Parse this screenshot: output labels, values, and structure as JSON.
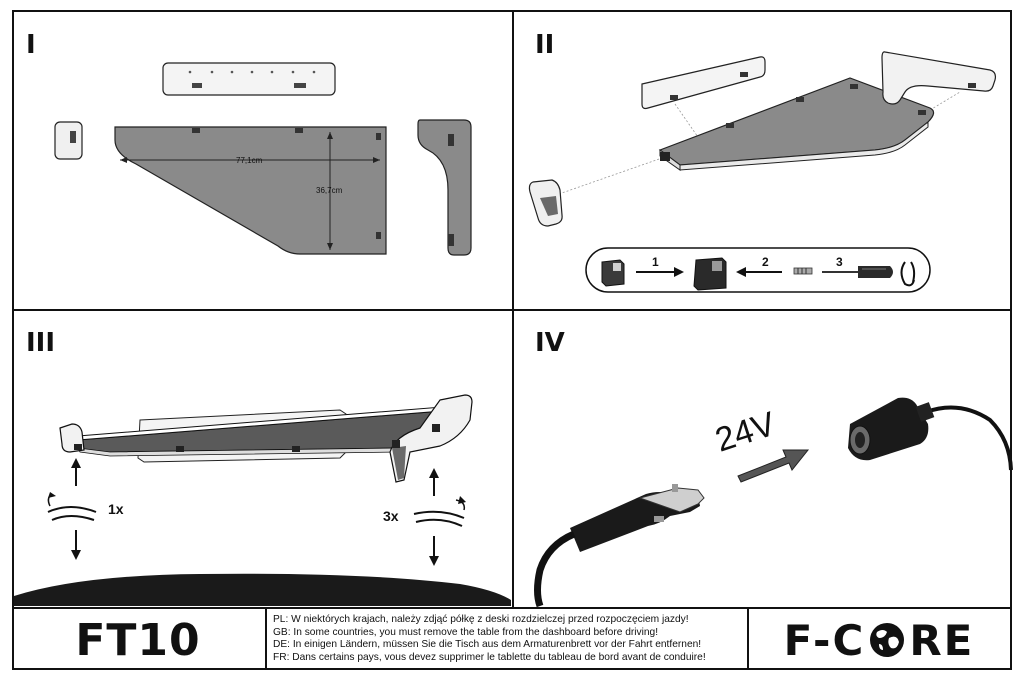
{
  "panels": {
    "p1": {
      "label": "I"
    },
    "p2": {
      "label": "II"
    },
    "p3": {
      "label": "III"
    },
    "p4": {
      "label": "IV"
    }
  },
  "dimensions": {
    "width": "77,1cm",
    "height": "36,7cm"
  },
  "steps": [
    "1",
    "2",
    "3"
  ],
  "rotation": {
    "left": "1x",
    "right": "3x"
  },
  "voltage": "24V",
  "model": "FT10",
  "warnings": [
    "PL: W niektórych krajach, należy zdjąć półkę z deski rozdzielczej przed rozpoczęciem jazdy!",
    "GB: In some countries, you must remove the table from the dashboard before driving!",
    "DE: In einigen Ländern, müssen Sie die Tisch aus dem Armaturenbrett vor der Fahrt entfernen!",
    "FR: Dans certains pays, vous devez supprimer le tablette du tableau de bord avant de conduire!"
  ],
  "brand": {
    "left": "F-C",
    "right": "RE"
  },
  "colors": {
    "panel_fill": "#8a8a8a",
    "line": "#111111",
    "light_part": "#f2f2f2"
  }
}
